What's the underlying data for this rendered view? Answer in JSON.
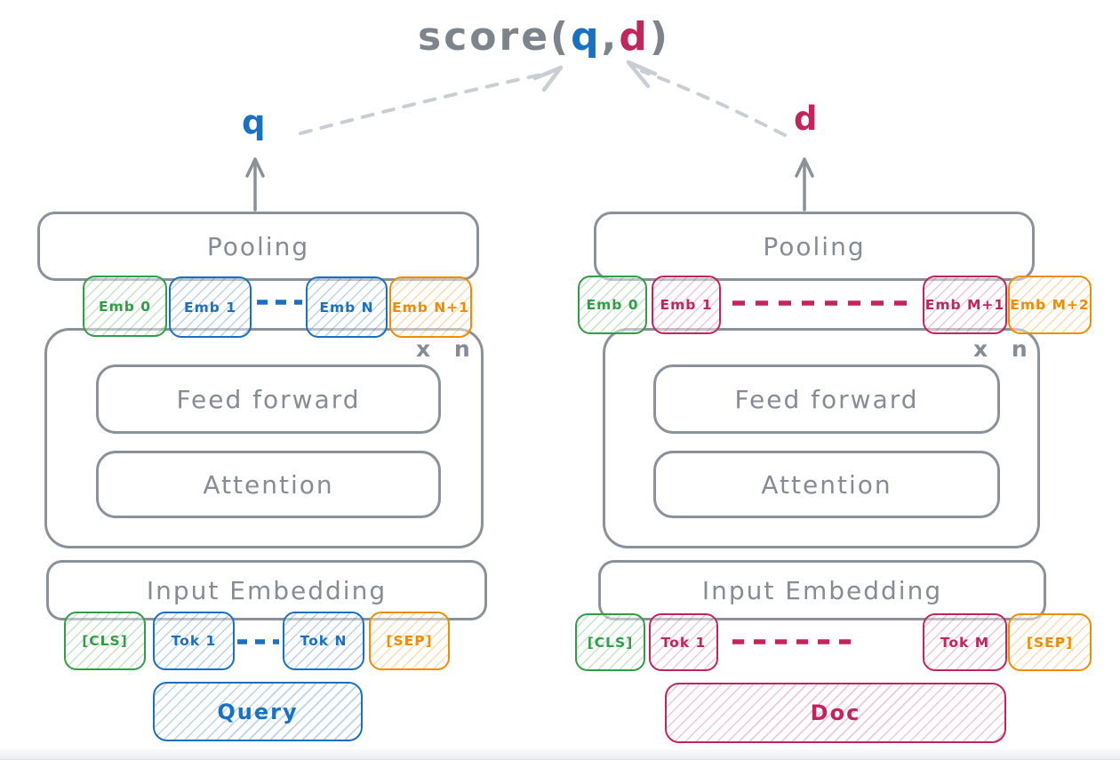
{
  "title": {
    "prefix": "score(",
    "q": "q",
    "comma": ",",
    "d": "d",
    "suffix": ")"
  },
  "colors": {
    "gray_stroke": "#8a9199",
    "gray_text": "#858c95",
    "title_gray": "#7d848c",
    "blue": "#1971c2",
    "green": "#2f9e44",
    "orange": "#f08c00",
    "crimson": "#c2255c",
    "dashed_arrow_gray": "#c9ced4"
  },
  "left_tower": {
    "output_label": "q",
    "pooling_label": "Pooling",
    "embeddings": [
      {
        "label": "Emb 0",
        "color": "green"
      },
      {
        "label": "Emb 1",
        "color": "blue"
      },
      {
        "label": "Emb N",
        "color": "blue"
      },
      {
        "label": "Emb N+1",
        "color": "orange"
      }
    ],
    "repeat_label": "x n",
    "feed_forward_label": "Feed forward",
    "attention_label": "Attention",
    "input_embedding_label": "Input Embedding",
    "tokens": [
      {
        "label": "[CLS]",
        "color": "green"
      },
      {
        "label": "Tok 1",
        "color": "blue"
      },
      {
        "label": "Tok N",
        "color": "blue"
      },
      {
        "label": "[SEP]",
        "color": "orange"
      }
    ],
    "source_label": "Query",
    "source_color": "blue"
  },
  "right_tower": {
    "output_label": "d",
    "pooling_label": "Pooling",
    "embeddings": [
      {
        "label": "Emb 0",
        "color": "green"
      },
      {
        "label": "Emb 1",
        "color": "crimson"
      },
      {
        "label": "Emb M+1",
        "color": "crimson"
      },
      {
        "label": "Emb M+2",
        "color": "orange"
      }
    ],
    "repeat_label": "x n",
    "feed_forward_label": "Feed forward",
    "attention_label": "Attention",
    "input_embedding_label": "Input Embedding",
    "tokens": [
      {
        "label": "[CLS]",
        "color": "green"
      },
      {
        "label": "Tok 1",
        "color": "crimson"
      },
      {
        "label": "Tok M",
        "color": "crimson"
      },
      {
        "label": "[SEP]",
        "color": "orange"
      }
    ],
    "source_label": "Doc",
    "source_color": "crimson"
  }
}
